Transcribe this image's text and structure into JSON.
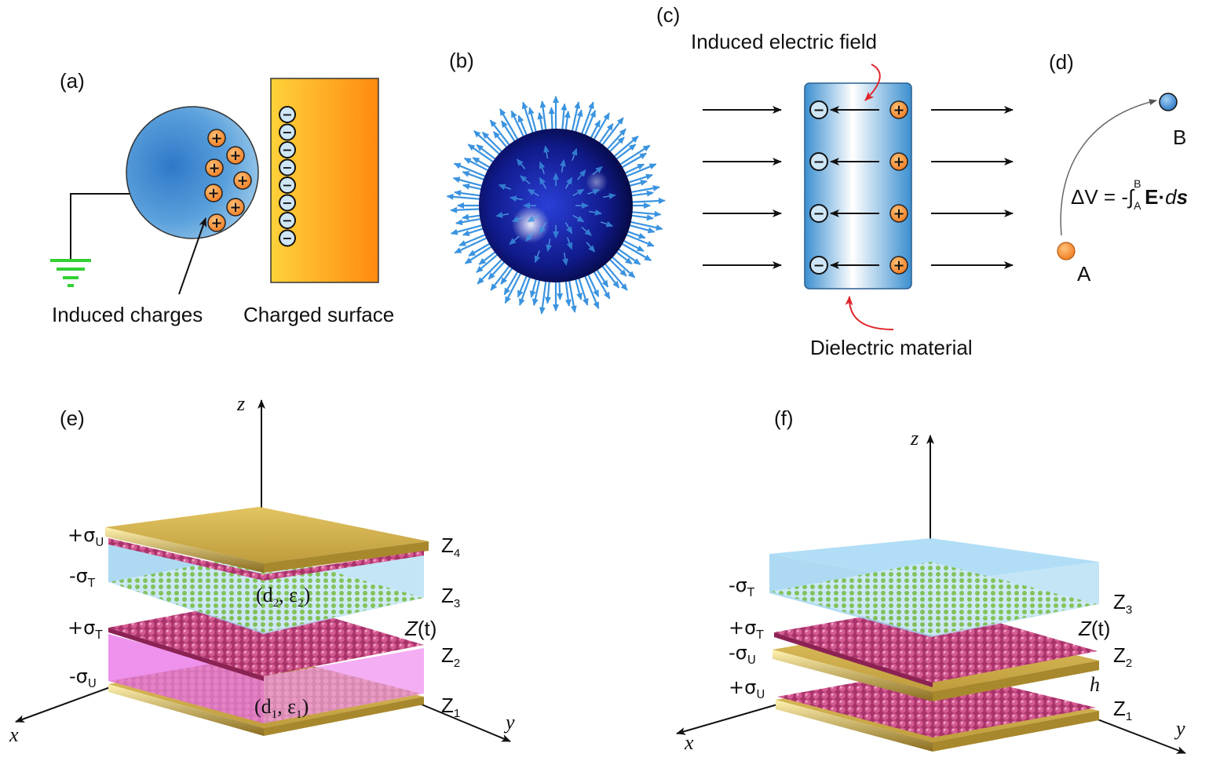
{
  "panels": {
    "a": {
      "label": "(a)",
      "induced_charges": "Induced charges",
      "charged_surface": "Charged surface"
    },
    "b": {
      "label": "(b)"
    },
    "c": {
      "label": "(c)",
      "induced_field": "Induced electric field",
      "dielectric": "Dielectric material"
    },
    "d": {
      "label": "(d)",
      "point_a": "A",
      "point_b": "B",
      "formula_lhs": "ΔV = -∫",
      "formula_sup": "B",
      "formula_sub": "A",
      "formula_E": "E",
      "formula_dot": "·",
      "formula_d": "d",
      "formula_s": "s"
    },
    "e": {
      "label": "(e)",
      "axis_z": "z",
      "axis_x": "x",
      "axis_y": "y",
      "sigma_u_pos": "+σ",
      "sigma_u_pos_sub": "U",
      "sigma_t_neg": "-σ",
      "sigma_t_neg_sub": "T",
      "sigma_t_pos": "+σ",
      "sigma_t_pos_sub": "T",
      "sigma_u_neg": "-σ",
      "sigma_u_neg_sub": "U",
      "z4": "Z",
      "z4_sub": "4",
      "z3": "Z",
      "z3_sub": "3",
      "zt": "Z",
      "zt_suffix": "(t)",
      "z2": "Z",
      "z2_sub": "2",
      "z1": "Z",
      "z1_sub": "1",
      "d2e2_open": "(d",
      "d2_sub": "2",
      "d2e2_mid": ", ε",
      "e2_sub": "2",
      "d2e2_close": ")",
      "d1e1_open": "(d",
      "d1_sub": "1",
      "d1e1_mid": ", ε",
      "e1_sub": "1",
      "d1e1_close": ")"
    },
    "f": {
      "label": "(f)",
      "axis_z": "z",
      "axis_x": "x",
      "axis_y": "y",
      "sigma_t_neg": "-σ",
      "sigma_t_neg_sub": "T",
      "sigma_t_pos": "+σ",
      "sigma_t_pos_sub": "T",
      "sigma_u_neg": "-σ",
      "sigma_u_neg_sub": "U",
      "sigma_u_pos": "+σ",
      "sigma_u_pos_sub": "U",
      "z3": "Z",
      "z3_sub": "3",
      "zt": "Z",
      "zt_suffix": "(t)",
      "z2": "Z",
      "z2_sub": "2",
      "h": "h",
      "z1": "Z",
      "z1_sub": "1"
    }
  },
  "symbols": {
    "plus": "+",
    "minus": "−"
  },
  "colors": {
    "sphere_blue": "#4a8fd0",
    "plus_orange": "#f0892a",
    "gold_plate": "#c8a84a",
    "pink_ball": "#c44a80",
    "green_ball": "#6fae3a",
    "blue_slab": "#9fd3f0",
    "magenta_slab": "#e86ee8"
  }
}
